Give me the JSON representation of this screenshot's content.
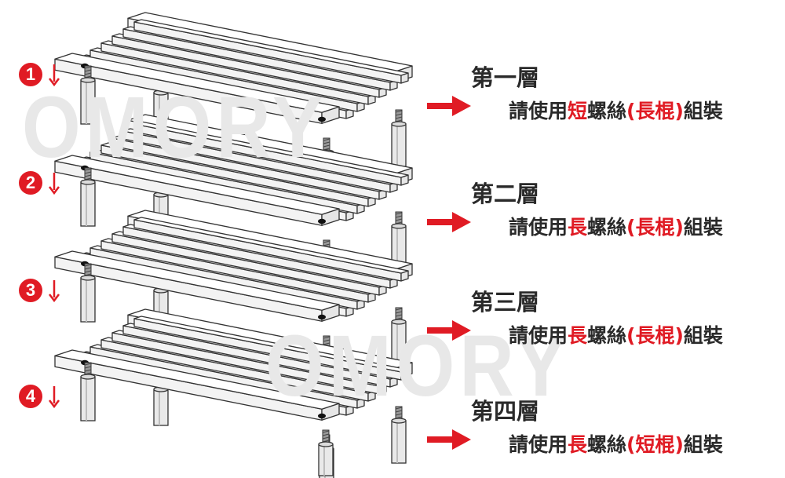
{
  "watermark": "OMORY",
  "steps": [
    "1",
    "2",
    "3",
    "4"
  ],
  "layers": [
    {
      "title": "第一層",
      "pre": "請使用",
      "screw": "短",
      "mid": "螺絲",
      "rod": "(長棍)",
      "post": "組裝"
    },
    {
      "title": "第二層",
      "pre": "請使用",
      "screw": "長",
      "mid": "螺絲",
      "rod": "(長棍)",
      "post": "組裝"
    },
    {
      "title": "第三層",
      "pre": "請使用",
      "screw": "長",
      "mid": "螺絲",
      "rod": "(長棍)",
      "post": "組裝"
    },
    {
      "title": "第四層",
      "pre": "請使用",
      "screw": "長",
      "mid": "螺絲",
      "rod": "(短棍)",
      "post": "組裝"
    }
  ],
  "colors": {
    "accent": "#e01b24",
    "text": "#2a2a2a",
    "line": "#333333",
    "fill": "#ffffff"
  }
}
